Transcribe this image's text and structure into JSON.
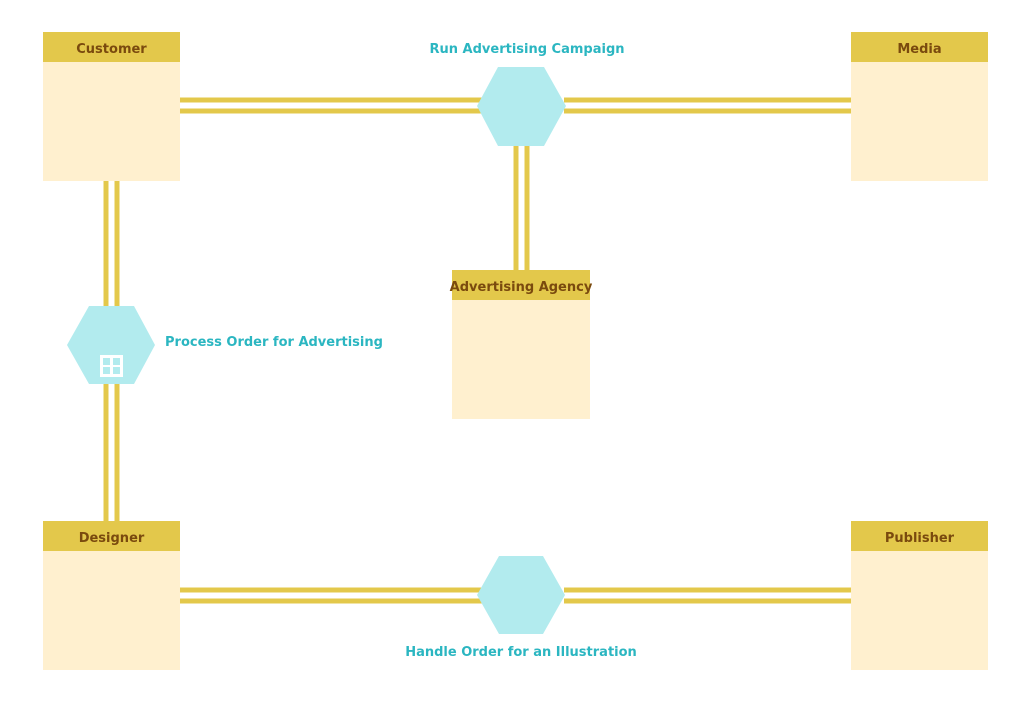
{
  "roles": {
    "customer": {
      "title": "Customer"
    },
    "media": {
      "title": "Media"
    },
    "agency": {
      "title": "Advertising Agency"
    },
    "designer": {
      "title": "Designer"
    },
    "publisher": {
      "title": "Publisher"
    }
  },
  "activities": {
    "campaign": {
      "label": "Run Advertising Campaign"
    },
    "process_order": {
      "label": "Process Order for Advertising"
    },
    "illustration": {
      "label": "Handle Order for an Illustration"
    }
  },
  "colors": {
    "role_header": "#e3c84b",
    "role_body": "#fff0cf",
    "role_title": "#7a4a0e",
    "connector": "#e3c84b",
    "activity_fill": "#b2ebee",
    "activity_label": "#2bb6c1"
  },
  "icons": {
    "process_order_marker": "grid-icon"
  }
}
